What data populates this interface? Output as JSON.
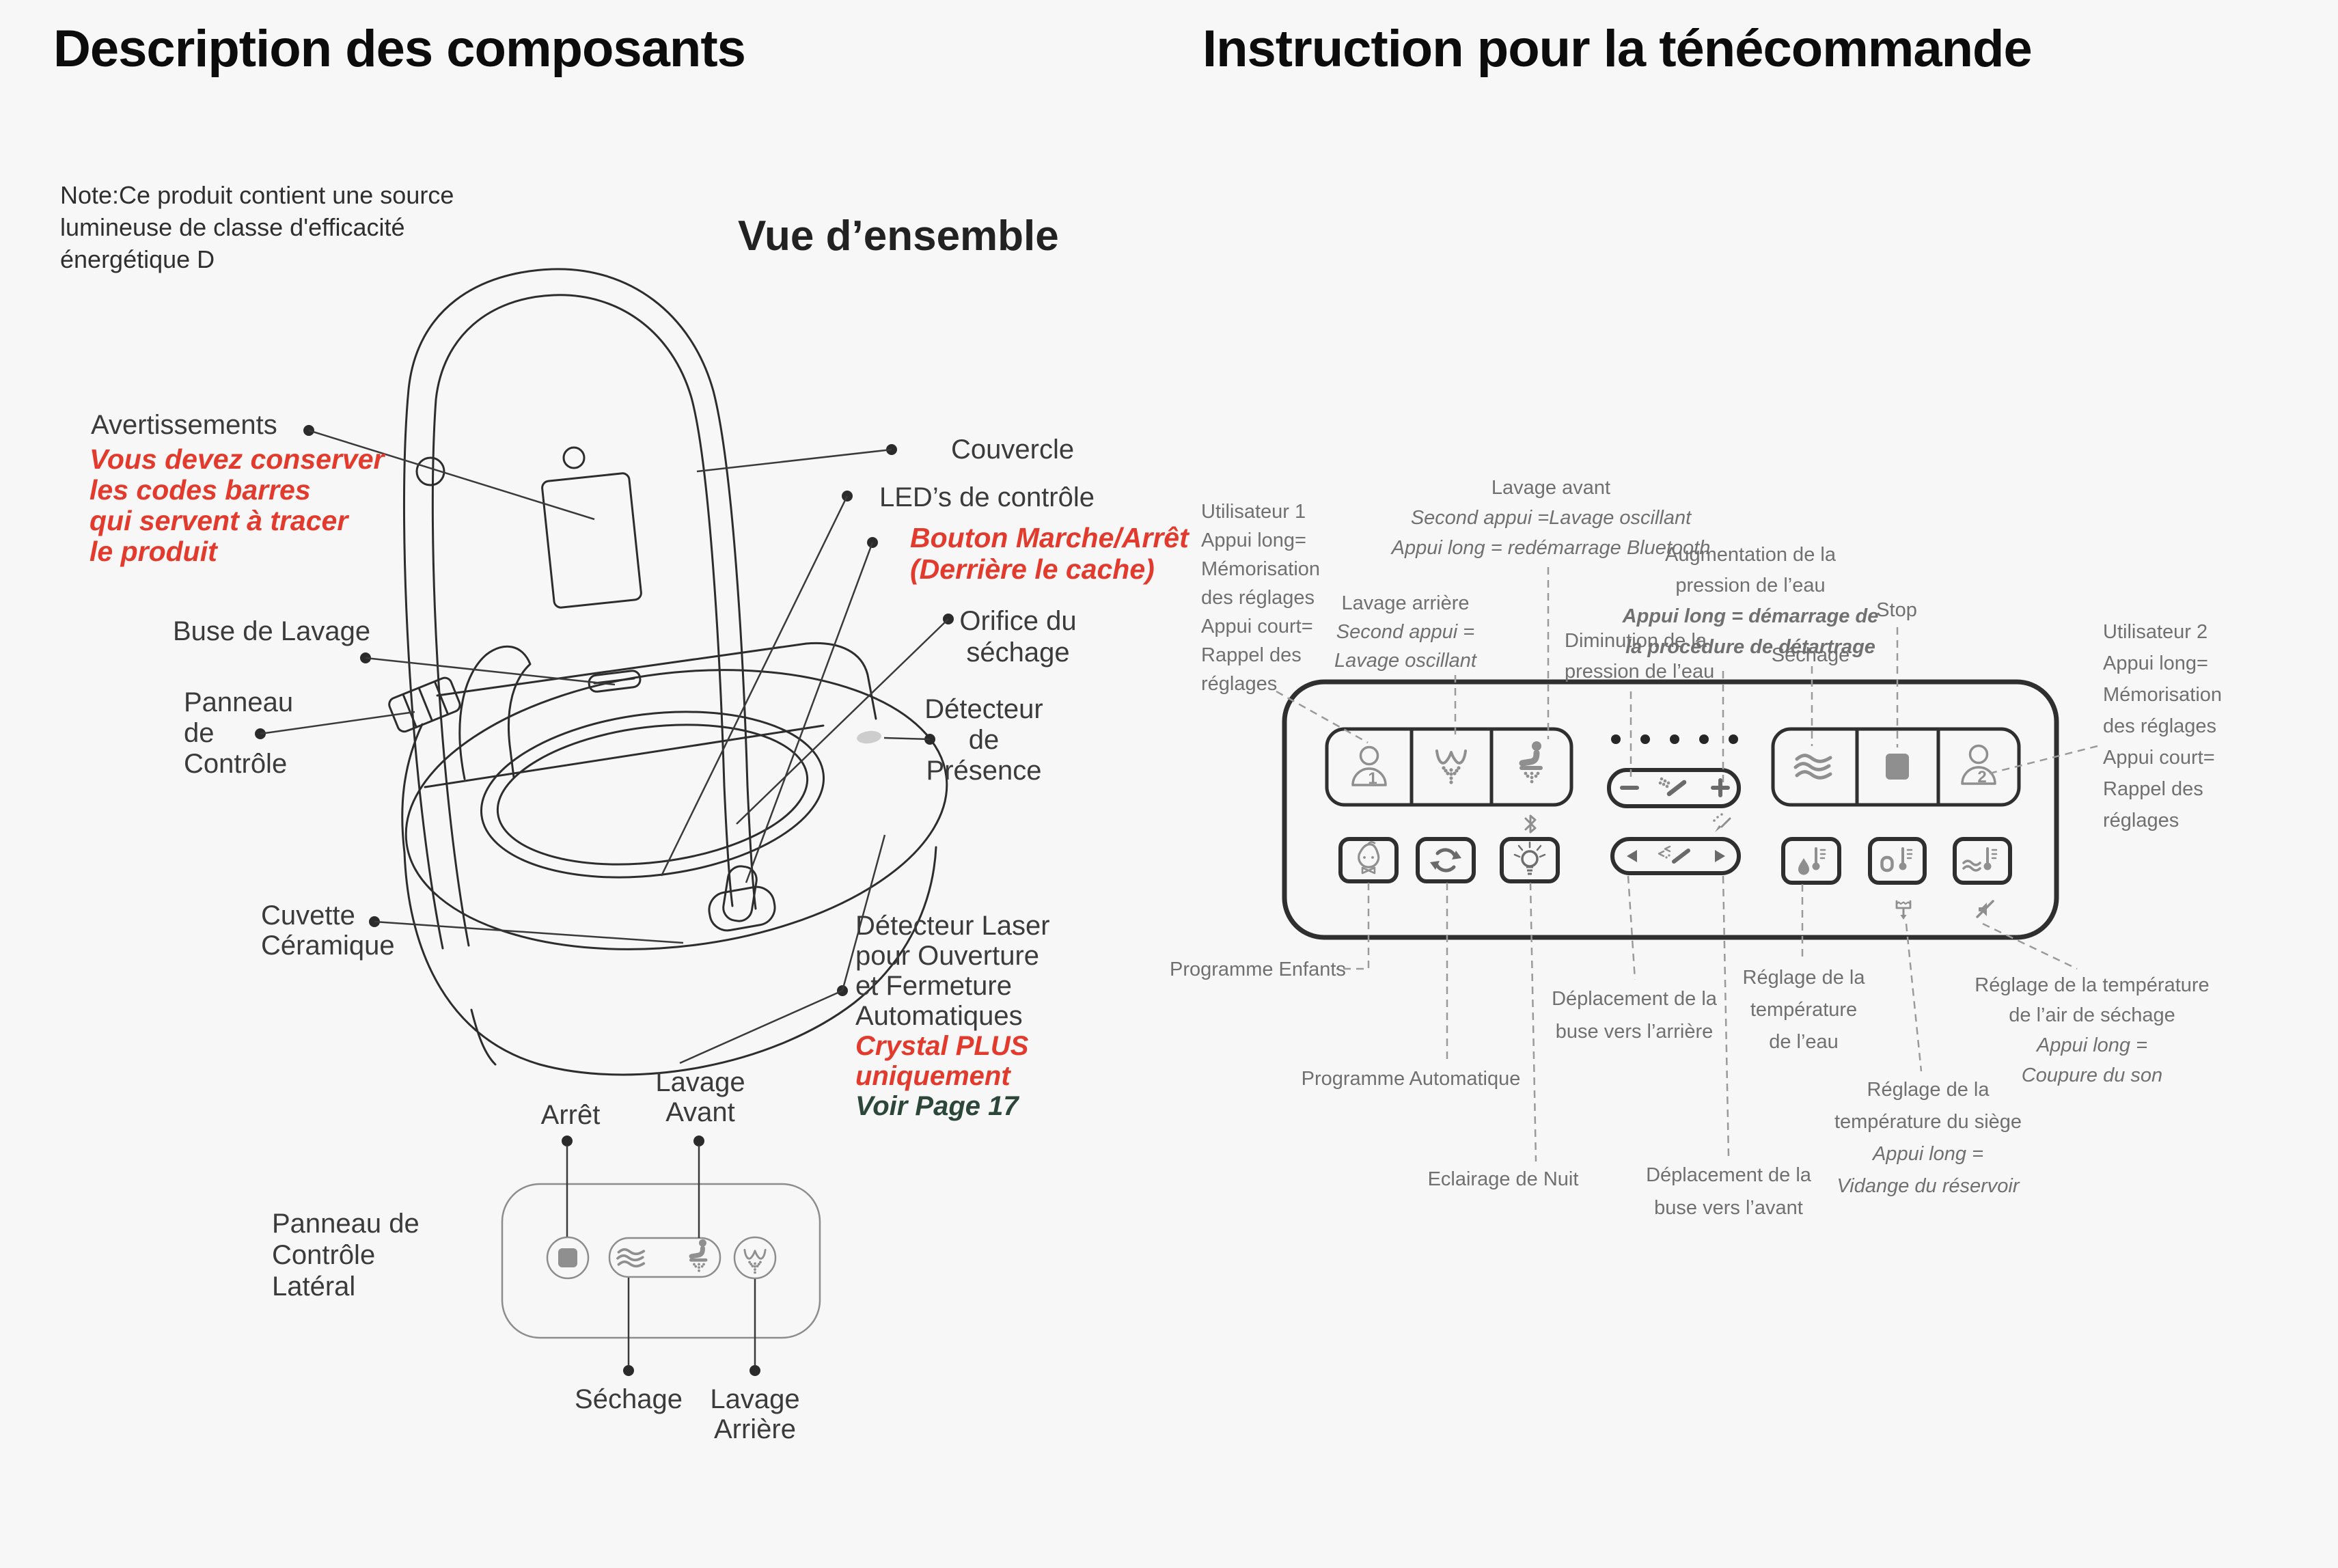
{
  "colors": {
    "red_accent": "#e23b2e",
    "dark_green": "#2c473a",
    "text_dark": "#3b3b3b",
    "text_grey": "#707070",
    "line": "#2d2d2d",
    "icon_grey": "#8f8f8f",
    "background": "#f7f7f8"
  },
  "left": {
    "title": "Description des composants",
    "note": [
      "Note:Ce produit contient une source",
      "lumineuse de classe d'efficacité",
      "énergétique D"
    ],
    "overview_title": "Vue d’ensemble",
    "labels": {
      "avertissements": "Avertissements",
      "warning": [
        "Vous devez conserver",
        "les codes barres",
        "qui servent à tracer",
        "le produit"
      ],
      "couvercle": "Couvercle",
      "leds": "LED’s de contrôle",
      "bouton": [
        "Bouton Marche/Arrêt",
        "(Derrière le cache)"
      ],
      "orifice": [
        "Orifice du",
        "séchage"
      ],
      "presence": [
        "Détecteur",
        "de",
        "Présence"
      ],
      "buse": "Buse de Lavage",
      "panneau": [
        "Panneau",
        "de",
        "Contrôle"
      ],
      "cuvette": [
        "Cuvette",
        "Céramique"
      ],
      "laser": [
        "Détecteur Laser",
        "pour Ouverture",
        "et Fermeture",
        "Automatiques"
      ],
      "laser_red": [
        "Crystal PLUS",
        "uniquement"
      ],
      "laser_green": "Voir Page 17"
    },
    "side_panel": {
      "label": [
        "Panneau de",
        "Contrôle",
        "Latéral"
      ],
      "arret": "Arrêt",
      "lavage_avant": [
        "Lavage",
        "Avant"
      ],
      "sechage": "Séchage",
      "lavage_arriere": [
        "Lavage",
        "Arrière"
      ]
    }
  },
  "right": {
    "title": "Instruction pour la ténécommande",
    "remote": {
      "user1_digit": "1",
      "user2_digit": "2",
      "icons": [
        "user-1-icon",
        "rear-wash-icon",
        "front-wash-icon",
        "pressure-minus-icon",
        "pressure-plus-icon",
        "dryer-icon",
        "stop-icon",
        "user-2-icon",
        "kids-icon",
        "auto-icon",
        "night-light-icon",
        "bluetooth-icon",
        "nozzle-move-icon",
        "descale-brush-icon",
        "water-temp-icon",
        "seat-temp-icon",
        "air-temp-icon",
        "tank-drain-icon",
        "mute-icon"
      ]
    },
    "labels": {
      "user1": [
        "Utilisateur 1",
        "Appui long=",
        "Mémorisation",
        "des réglages",
        "Appui court=",
        "Rappel des",
        "réglages"
      ],
      "lavage_avant": [
        "Lavage avant",
        "Second appui =Lavage oscillant",
        "Appui long = redémarrage Bluetooth"
      ],
      "lavage_arriere": [
        "Lavage arrière",
        "Second appui =",
        "Lavage oscillant"
      ],
      "augmentation": [
        "Augmentation de la",
        "pression de l’eau",
        "Appui long = démarrage de",
        "la procédure de détartrage"
      ],
      "diminution": [
        "Diminution de la",
        "pression de l’eau"
      ],
      "sechage": "Séchage",
      "stop": "Stop",
      "user2": [
        "Utilisateur 2",
        "Appui long=",
        "Mémorisation",
        "des réglages",
        "Appui court=",
        "Rappel des",
        "réglages"
      ],
      "programme_enfants": "Programme Enfants",
      "programme_automatique": "Programme Automatique",
      "eclairage_nuit": "Eclairage de Nuit",
      "buse_arriere": [
        "Déplacement de la",
        "buse vers l’arrière"
      ],
      "buse_avant": [
        "Déplacement de la",
        "buse vers l’avant"
      ],
      "temp_eau": [
        "Réglage de la",
        "température",
        "de l’eau"
      ],
      "temp_siege": [
        "Réglage de la",
        "température du siège",
        "Appui long =",
        "Vidange du réservoir"
      ],
      "temp_air": [
        "Réglage de la température",
        "de l’air de séchage",
        "Appui long =",
        "Coupure du son"
      ]
    }
  }
}
